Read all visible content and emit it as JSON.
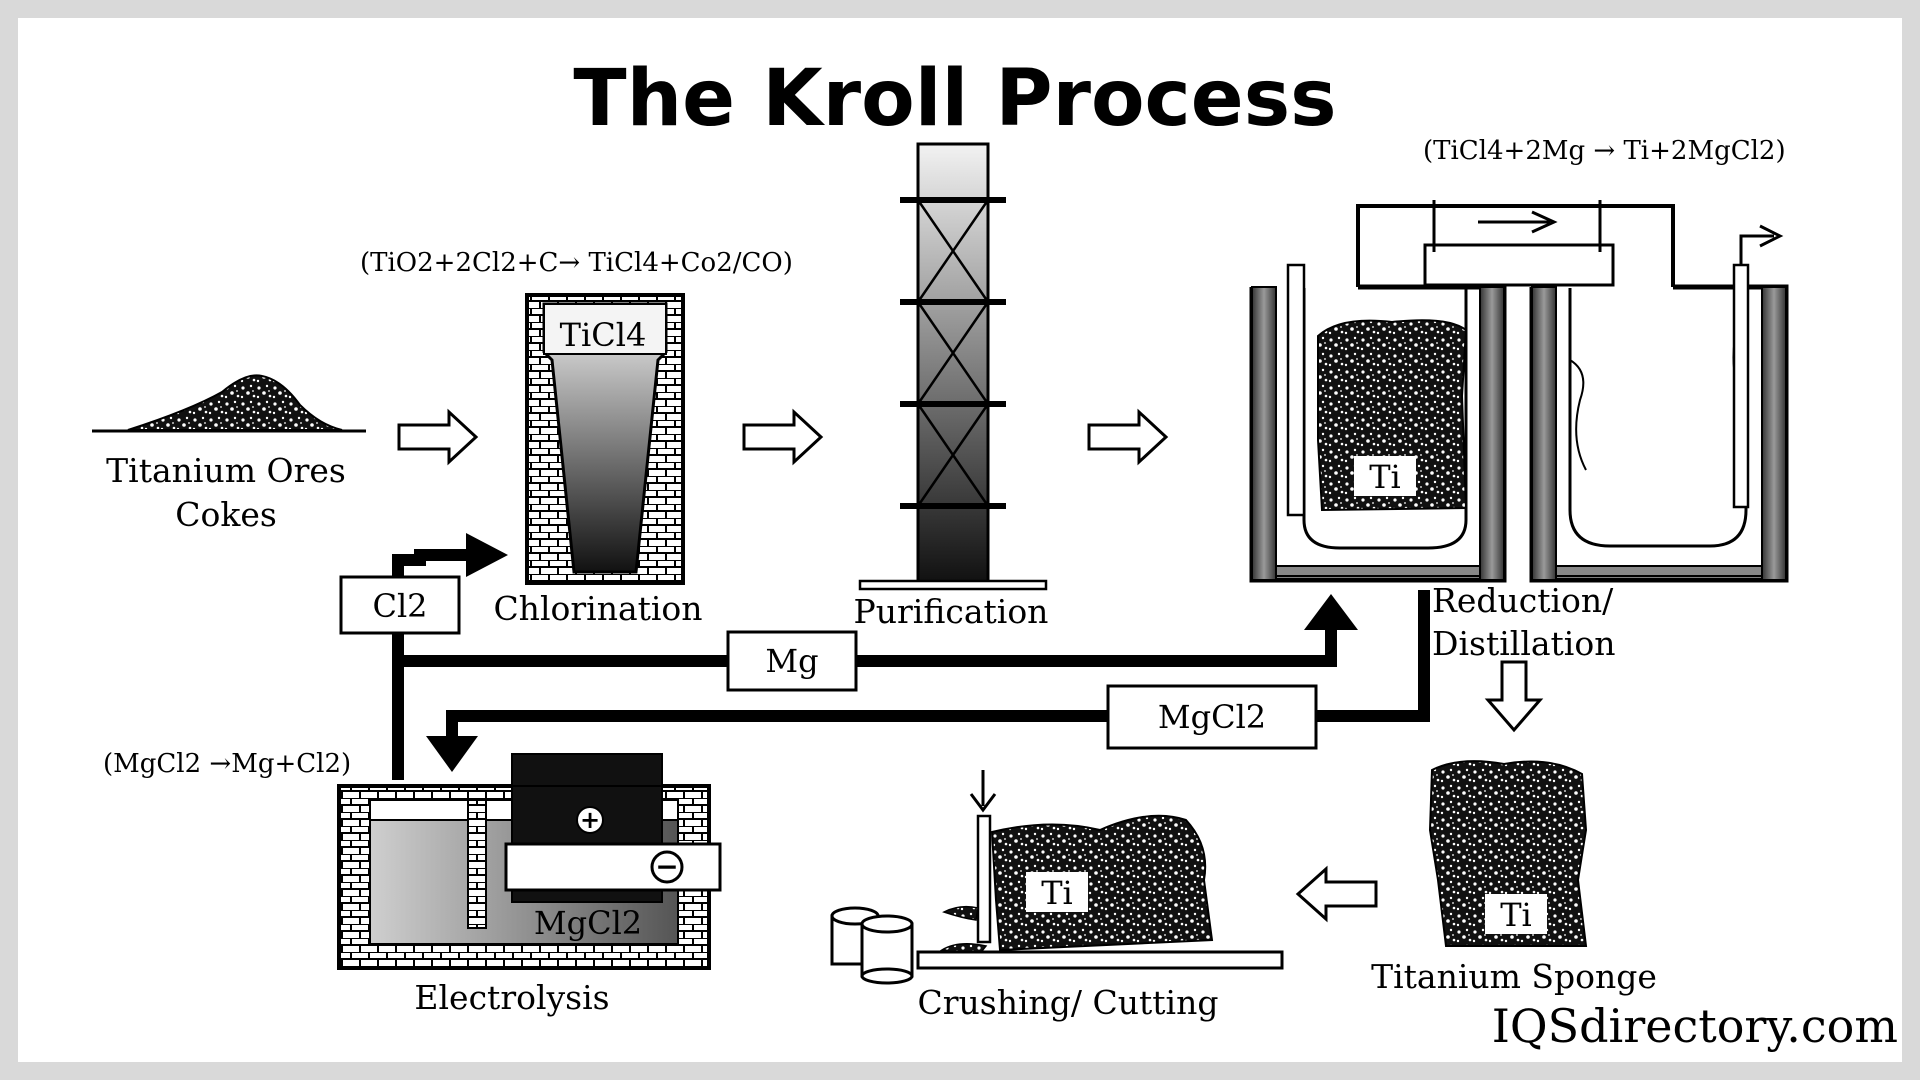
{
  "title": "The Kroll Process",
  "equations": {
    "chlorination": "(TiO2+2Cl2+C→  TiCl4+Co2/CO)",
    "reduction": "(TiCl4+2Mg → Ti+2MgCl2)",
    "electrolysis": "(MgCl2 →Mg+Cl2)"
  },
  "labels": {
    "ores_line1": "Titanium Ores",
    "ores_line2": "Cokes",
    "chlorination": "Chlorination",
    "purification": "Purification",
    "reduction_line1": "Reduction/",
    "reduction_line2": "Distillation",
    "sponge": "Titanium Sponge",
    "crushing": "Crushing/ Cutting",
    "electrolysis": "Electrolysis"
  },
  "boxes": {
    "ticl4": "TiCl4",
    "cl2": "Cl2",
    "mg": "Mg",
    "mgcl2_line": "MgCl2",
    "mgcl2_cell": "MgCl2",
    "ti_reactor": "Ti",
    "ti_sponge": "Ti",
    "ti_crush": "Ti"
  },
  "electrodes": {
    "plus": "+",
    "minus": "−"
  },
  "watermark": "IQSdirectory.com",
  "colors": {
    "background": "#d9d9d9",
    "panel": "#ffffff",
    "ink": "#000000"
  }
}
